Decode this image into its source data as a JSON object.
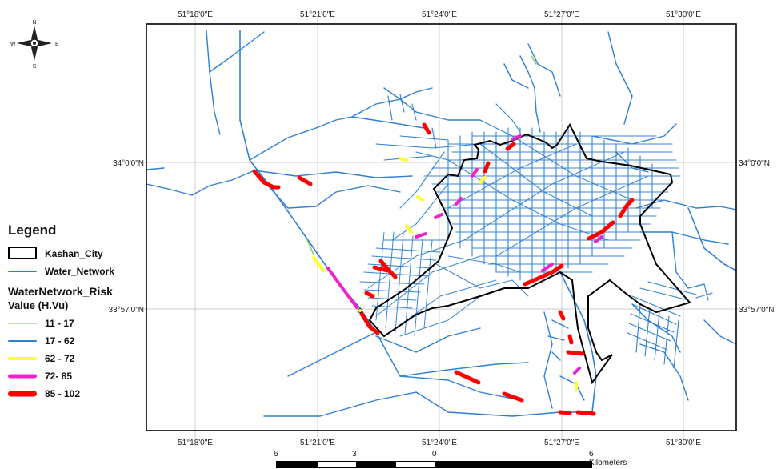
{
  "map": {
    "top_ticks": [
      "51°18'0\"E",
      "51°21'0\"E",
      "51°24'0\"E",
      "51°27'0\"E",
      "51°30'0\"E"
    ],
    "bottom_ticks": [
      "51°18'0\"E",
      "51°21'0\"E",
      "51°24'0\"E",
      "51°27'0\"E",
      "51°30'0\"E"
    ],
    "left_ticks": [
      "34°0'0\"N",
      "33°57'0\"N"
    ],
    "right_ticks": [
      "34°0'0\"N",
      "33°57'0\"N"
    ],
    "north_arrow": {
      "n": "N",
      "s": "S",
      "e": "E",
      "w": "W"
    },
    "colors": {
      "network": "#2f7fd3",
      "risk_11_17": "#7ccd5a",
      "risk_17_62": "#2f7fd3",
      "risk_62_72": "#ffff33",
      "risk_72_85": "#ee22cc",
      "risk_85_102": "#ff0000",
      "boundary": "#000000"
    }
  },
  "legend": {
    "title": "Legend",
    "kashan_city": "Kashan_City",
    "water_network": "Water_Network",
    "risk_title": "WaterNetwork_Risk",
    "risk_subtitle": "Value (H.Vu)",
    "classes": [
      {
        "label": "11 - 17"
      },
      {
        "label": "17 - 62"
      },
      {
        "label": "62 - 72"
      },
      {
        "label": "72- 85"
      },
      {
        "label": "85 - 102"
      }
    ]
  },
  "scalebar": {
    "labels": [
      "6",
      "3",
      "0",
      "6 Kilometers"
    ]
  }
}
